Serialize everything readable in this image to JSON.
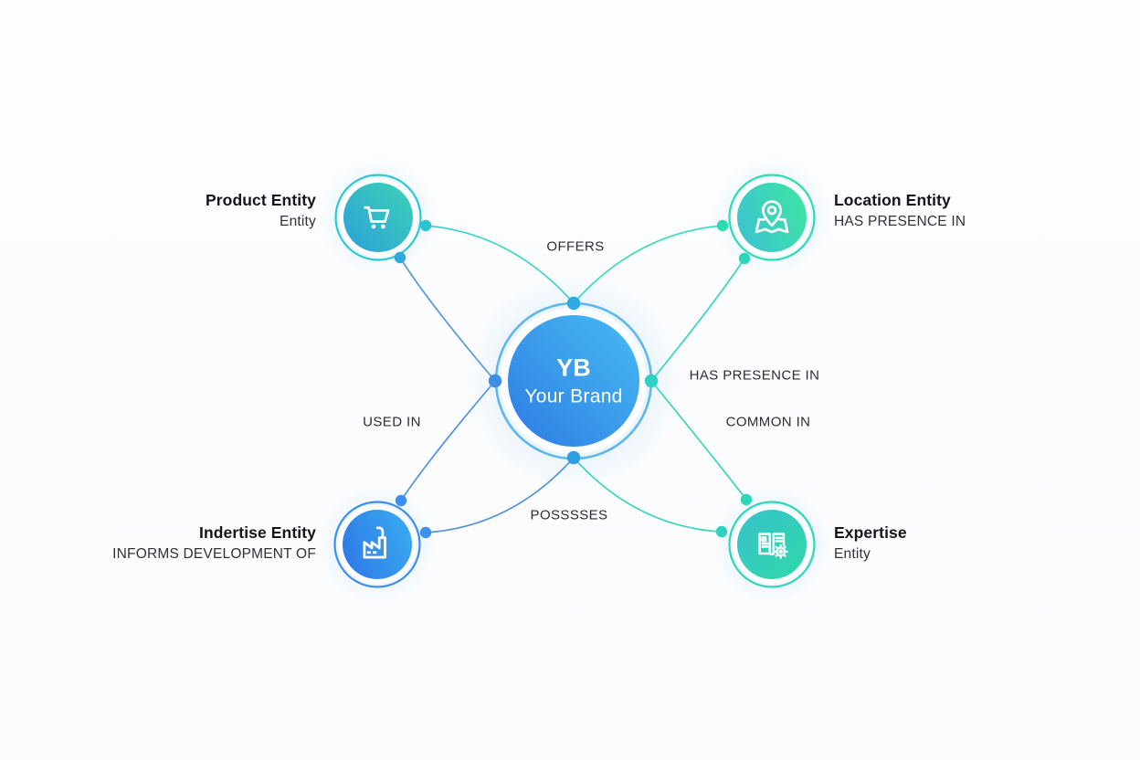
{
  "diagram": {
    "center": {
      "logo": "YB",
      "name": "Your Brand"
    },
    "nodes": {
      "product": {
        "title": "Product Entity",
        "subtitle": "Entity"
      },
      "location": {
        "title": "Location Entity",
        "subtitle": "HAS PRESENCE IN"
      },
      "indertise": {
        "title": "Indertise Entity",
        "subtitle": "INFORMS DEVELOPMENT OF"
      },
      "expertise": {
        "title": "Expertise",
        "subtitle": "Entity"
      }
    },
    "edge_labels": {
      "offers": "OFFERS",
      "has_presence_in": "HAS PRESENCE IN",
      "common_in": "COMMON IN",
      "used_in": "USED IN",
      "posssses": "POSSSSES"
    },
    "icons": {
      "center": "yb-logo",
      "product": "shopping-cart-icon",
      "location": "map-pin-icon",
      "indertise": "factory-icon",
      "expertise": "book-gear-icon"
    },
    "colors": {
      "center_gradient_start": "#47bbf2",
      "center_gradient_end": "#2e7ce4",
      "center_ring": "#47abe9",
      "product_gradient_start": "#2b9fd8",
      "product_gradient_end": "#3ed3b6",
      "product_ring": "#2bc9d5",
      "location_gradient_start": "#3bc4cf",
      "location_gradient_end": "#3fe3a6",
      "location_ring": "#2adcb2",
      "indertise_gradient_start": "#2f7ae8",
      "indertise_gradient_end": "#39a9ee",
      "indertise_ring": "#3b8df2",
      "expertise_gradient_start": "#38c2cc",
      "expertise_gradient_end": "#2fd8a8",
      "expertise_ring": "#2bd8ba",
      "edge_teal": "#3bd3c4",
      "edge_blue": "#5494dc",
      "label_text": "#2d2d36"
    }
  }
}
